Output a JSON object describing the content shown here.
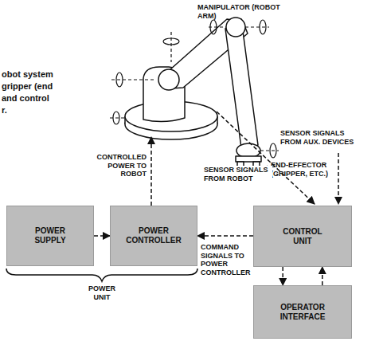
{
  "diagram": {
    "caption": "obot system gripper (end and control r.",
    "nodes": [
      {
        "text": [
          "POWER SUPPLY"
        ]
      },
      {
        "text": [
          "POWER CONTROLLER"
        ]
      },
      {
        "text": [
          "CONTROL UNIT"
        ]
      },
      {
        "text": [
          "OPERATOR INTERFACE"
        ]
      }
    ],
    "edges": [
      {
        "from": 0,
        "to": 1,
        "arrow": "to"
      },
      {
        "from": 2,
        "to": 1,
        "arrow": "to"
      },
      {
        "from": 2,
        "to": 3,
        "arrow": "to"
      },
      {
        "from": 3,
        "to": 2,
        "arrow": "to"
      }
    ],
    "labels": [
      "MANIPULATOR (ROBOT ARM)",
      "END-EFFECTOR (GRIPPER, ETC.)",
      "SENSOR SIGNALS FROM AUX. DEVICES",
      "SENSOR SIGNALS FROM ROBOT",
      "CONTROLLED POWER TO ROBOT",
      "COMMAND SIGNALS TO POWER CONTROLLER",
      "POWER UNIT"
    ]
  }
}
